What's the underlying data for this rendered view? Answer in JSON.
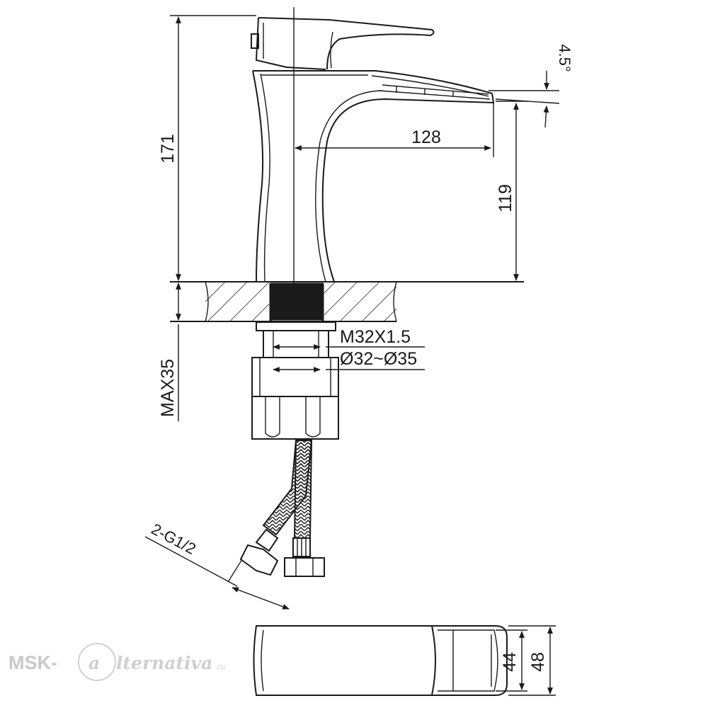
{
  "dimensions": {
    "total_height": "171",
    "spout_reach": "128",
    "spout_height": "119",
    "spout_angle": "4.5°",
    "thread": "M32X1.5",
    "hole_diameter": "Ø32~Ø35",
    "max_counter_thickness": "MAX35",
    "hose_connection": "2-G1/2",
    "spout_outlet_height": "44",
    "body_height_top": "48"
  },
  "watermark": {
    "prefix": "MSK-",
    "letter": "a",
    "rest": "lternativa",
    "suffix": ".ru"
  },
  "colors": {
    "line": "#1a1a1a",
    "watermark": "#c9c9c9"
  }
}
